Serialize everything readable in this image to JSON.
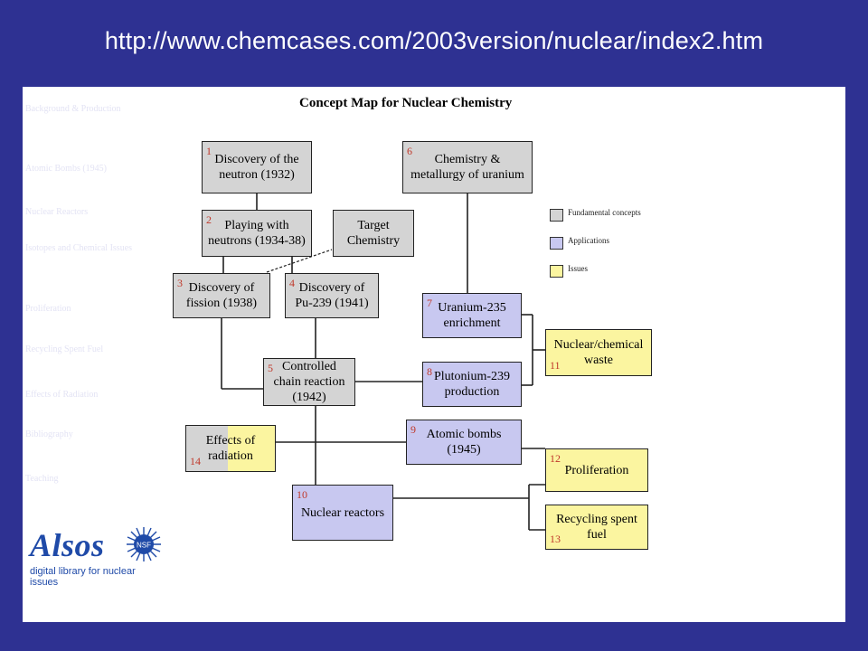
{
  "slide": {
    "url": "http://www.chemcases.com/2003version/nuclear/index2.htm"
  },
  "sidebar": {
    "items": [
      "Background & Production",
      "Atomic Bombs (1945)",
      "Nuclear Reactors",
      "Isotopes and Chemical Issues",
      "Proliferation",
      "Recycling Spent Fuel",
      "Effects of Radiation",
      "Bibliography",
      "Teaching"
    ]
  },
  "diagram": {
    "title": "Concept Map for Nuclear Chemistry",
    "nodes": [
      {
        "id": "n1",
        "num": "1",
        "label": "Discovery of the neutron (1932)",
        "category": "fundamental"
      },
      {
        "id": "n2",
        "num": "2",
        "label": "Playing with neutrons (1934-38)",
        "category": "fundamental"
      },
      {
        "id": "nt",
        "num": "",
        "label": "Target Chemistry",
        "category": "fundamental"
      },
      {
        "id": "n3",
        "num": "3",
        "label": "Discovery of fission (1938)",
        "category": "fundamental"
      },
      {
        "id": "n4",
        "num": "4",
        "label": "Discovery of Pu-239 (1941)",
        "category": "fundamental"
      },
      {
        "id": "n5",
        "num": "5",
        "label": "Controlled chain reaction (1942)",
        "category": "fundamental"
      },
      {
        "id": "n6",
        "num": "6",
        "label": "Chemistry & metallurgy of uranium",
        "category": "fundamental"
      },
      {
        "id": "n7",
        "num": "7",
        "label": "Uranium-235 enrichment",
        "category": "application"
      },
      {
        "id": "n8",
        "num": "8",
        "label": "Plutonium-239 production",
        "category": "application"
      },
      {
        "id": "n9",
        "num": "9",
        "label": "Atomic bombs (1945)",
        "category": "application"
      },
      {
        "id": "n10",
        "num": "10",
        "label": "Nuclear reactors",
        "category": "application"
      },
      {
        "id": "n11",
        "num": "11",
        "label": "Nuclear/chemical waste",
        "category": "issue"
      },
      {
        "id": "n12",
        "num": "12",
        "label": "Proliferation",
        "category": "issue"
      },
      {
        "id": "n13",
        "num": "13",
        "label": "Recycling spent fuel",
        "category": "issue"
      },
      {
        "id": "n14",
        "num": "14",
        "label": "Effects of radiation",
        "category": "mixed"
      }
    ],
    "legend": [
      {
        "label": "Fundamental concepts",
        "color": "#d4d4d4"
      },
      {
        "label": "Applications",
        "color": "#c8c8f0"
      },
      {
        "label": "Issues",
        "color": "#fbf5a0"
      }
    ]
  },
  "logo": {
    "word": "Alsos",
    "tagline": "digital library for nuclear issues",
    "badge": "NSF"
  },
  "colors": {
    "background": "#2e3192",
    "fundamental": "#d4d4d4",
    "application": "#c8c8f0",
    "issue": "#fbf5a0",
    "node_number": "#c0392b"
  }
}
